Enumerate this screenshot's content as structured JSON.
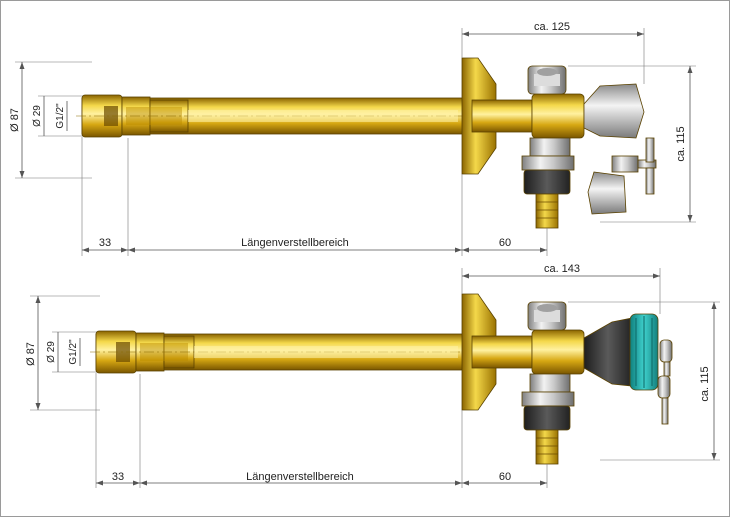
{
  "drawing": {
    "top": {
      "dim_overall_length": "ca. 125",
      "dim_height": "ca. 115",
      "dim_outer_diameter": "Ø 87",
      "dim_inner_diameter": "Ø 29",
      "dim_thread": "G1/2\"",
      "dim_left_segment": "33",
      "dim_range": "Längenverstellbereich",
      "dim_right_segment": "60"
    },
    "bottom": {
      "dim_overall_length": "ca. 143",
      "dim_height": "ca. 115",
      "dim_outer_diameter": "Ø 87",
      "dim_inner_diameter": "Ø 29",
      "dim_thread": "G1/2\"",
      "dim_left_segment": "33",
      "dim_range": "Längenverstellbereich",
      "dim_right_segment": "60"
    }
  },
  "colors": {
    "brass_light": "#f4d84a",
    "brass_mid": "#d7a813",
    "brass_dark": "#8a6400",
    "chrome_light": "#f2f2f2",
    "chrome_dark": "#7e7e7e",
    "lock_teal": "#2fb7b4",
    "lock_black": "#2a2a2a"
  }
}
